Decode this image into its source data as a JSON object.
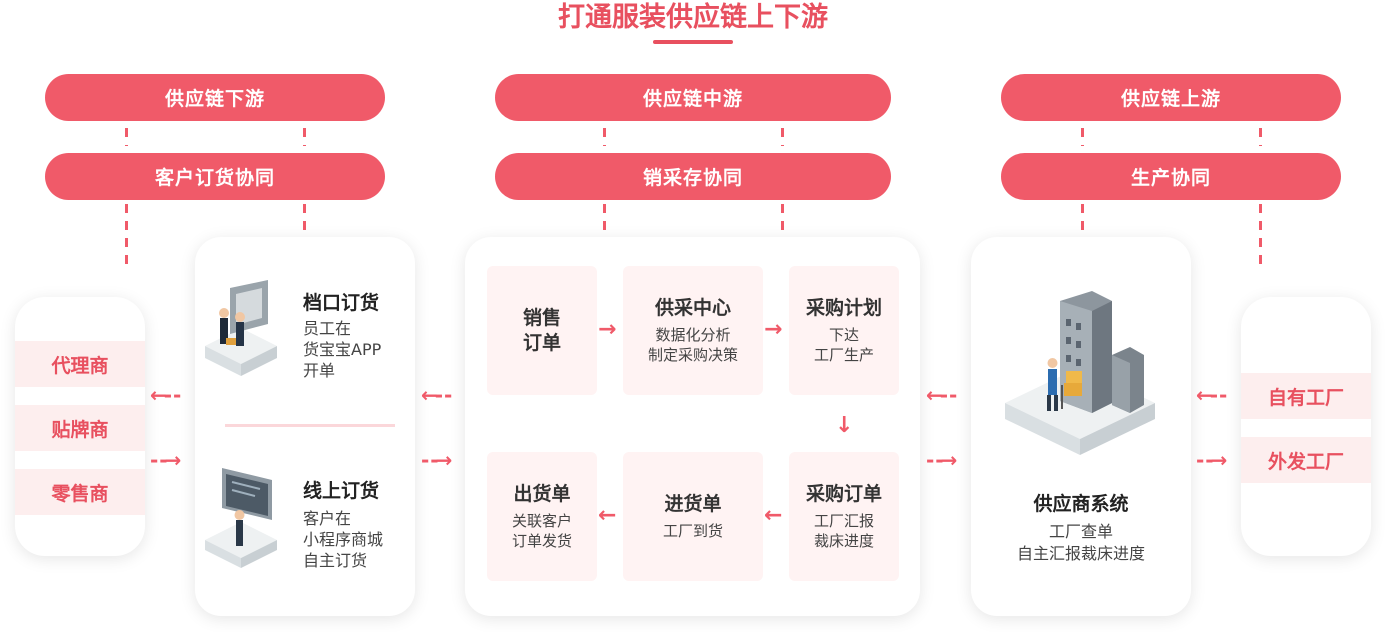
{
  "title": "打通服装供应链上下游",
  "columns": {
    "downstream": {
      "level": "供应链下游",
      "collab": "客户订货协同"
    },
    "midstream": {
      "level": "供应链中游",
      "collab": "销采存协同"
    },
    "upstream": {
      "level": "供应链上游",
      "collab": "生产协同"
    }
  },
  "left_tags": [
    "代理商",
    "贴牌商",
    "零售商"
  ],
  "right_tags": [
    "自有工厂",
    "外发工厂"
  ],
  "stall": {
    "title": "档口订货",
    "lines": [
      "员工在",
      "货宝宝APP",
      "开单"
    ]
  },
  "online": {
    "title": "线上订货",
    "lines": [
      "客户在",
      "小程序商城",
      "自主订货"
    ]
  },
  "blocks": {
    "sales_order": {
      "title1": "销售",
      "title2": "订单"
    },
    "supply_center": {
      "title": "供采中心",
      "lines": [
        "数据化分析",
        "制定采购决策"
      ]
    },
    "purchase_plan": {
      "title": "采购计划",
      "lines": [
        "下达",
        "工厂生产"
      ]
    },
    "shipping_order": {
      "title": "出货单",
      "lines": [
        "关联客户",
        "订单发货"
      ]
    },
    "receipt_order": {
      "title": "进货单",
      "lines": [
        "工厂到货"
      ]
    },
    "purchase_order": {
      "title": "采购订单",
      "lines": [
        "工厂汇报",
        "裁床进度"
      ]
    }
  },
  "supplier": {
    "title": "供应商系统",
    "lines": [
      "工厂查单",
      "自主汇报裁床进度"
    ]
  },
  "colors": {
    "accent": "#f05a69",
    "title": "#e8505f",
    "tag_bg": "#fdeeee",
    "block_bg": "#fff3f3"
  },
  "icons": [
    "arrow-right-icon",
    "arrow-left-icon",
    "arrow-down-icon",
    "dashed-arrow-left-icon",
    "dashed-arrow-right-icon",
    "stall-illustration-icon",
    "online-screen-illustration-icon",
    "factory-building-illustration-icon"
  ]
}
